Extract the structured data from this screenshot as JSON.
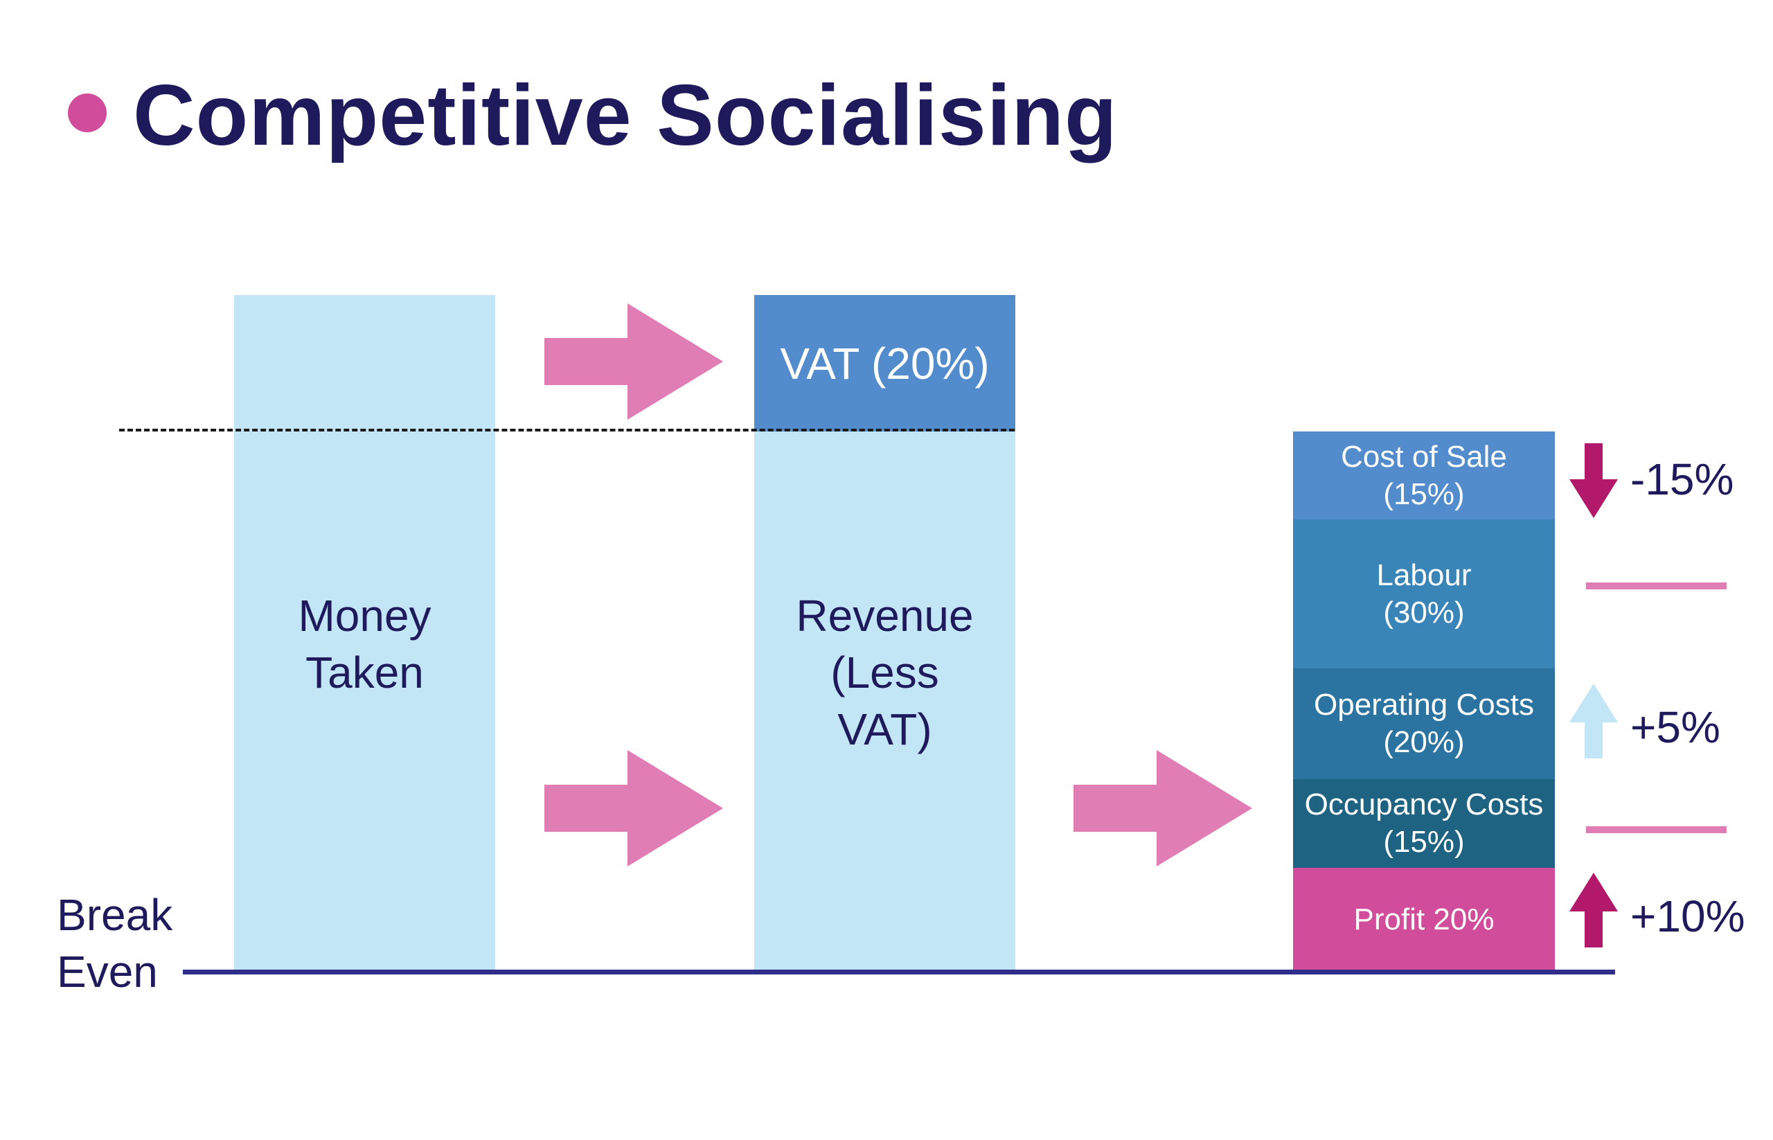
{
  "title": "Competitive Socialising",
  "colors": {
    "title": "#1f1a5c",
    "accent_dot": "#d14d9b",
    "light_bar": "#c3e6f6",
    "flow_arrow": "#e07db4",
    "baseline": "#2e2d8a"
  },
  "columns": {
    "money_taken": "Money\nTaken",
    "vat": "VAT (20%)",
    "revenue": "Revenue\n(Less\nVAT)"
  },
  "break_even": "Break\nEven",
  "breakdown": [
    {
      "label": "Cost of Sale",
      "pct": "(15%)",
      "color": "#538ccc",
      "change": "-15%",
      "change_icon": "arrow-down-icon"
    },
    {
      "label": "Labour",
      "pct": "(30%)",
      "color": "#3a85b8",
      "change": "",
      "change_icon": "flat-line-icon"
    },
    {
      "label": "Operating Costs",
      "pct": "(20%)",
      "color": "#2b73a0",
      "change": "+5%",
      "change_icon": "arrow-up-light-icon"
    },
    {
      "label": "Occupancy Costs",
      "pct": "(15%)",
      "color": "#1f6383",
      "change": "",
      "change_icon": "flat-line-icon"
    },
    {
      "label": "Profit 20%",
      "pct": "",
      "color": "#d14d9b",
      "change": "+10%",
      "change_icon": "arrow-up-icon"
    }
  ],
  "change_colors": {
    "down": "#b2196b",
    "up": "#b2196b",
    "up_light": "#c3e6f6",
    "flat": "#e07db4"
  }
}
